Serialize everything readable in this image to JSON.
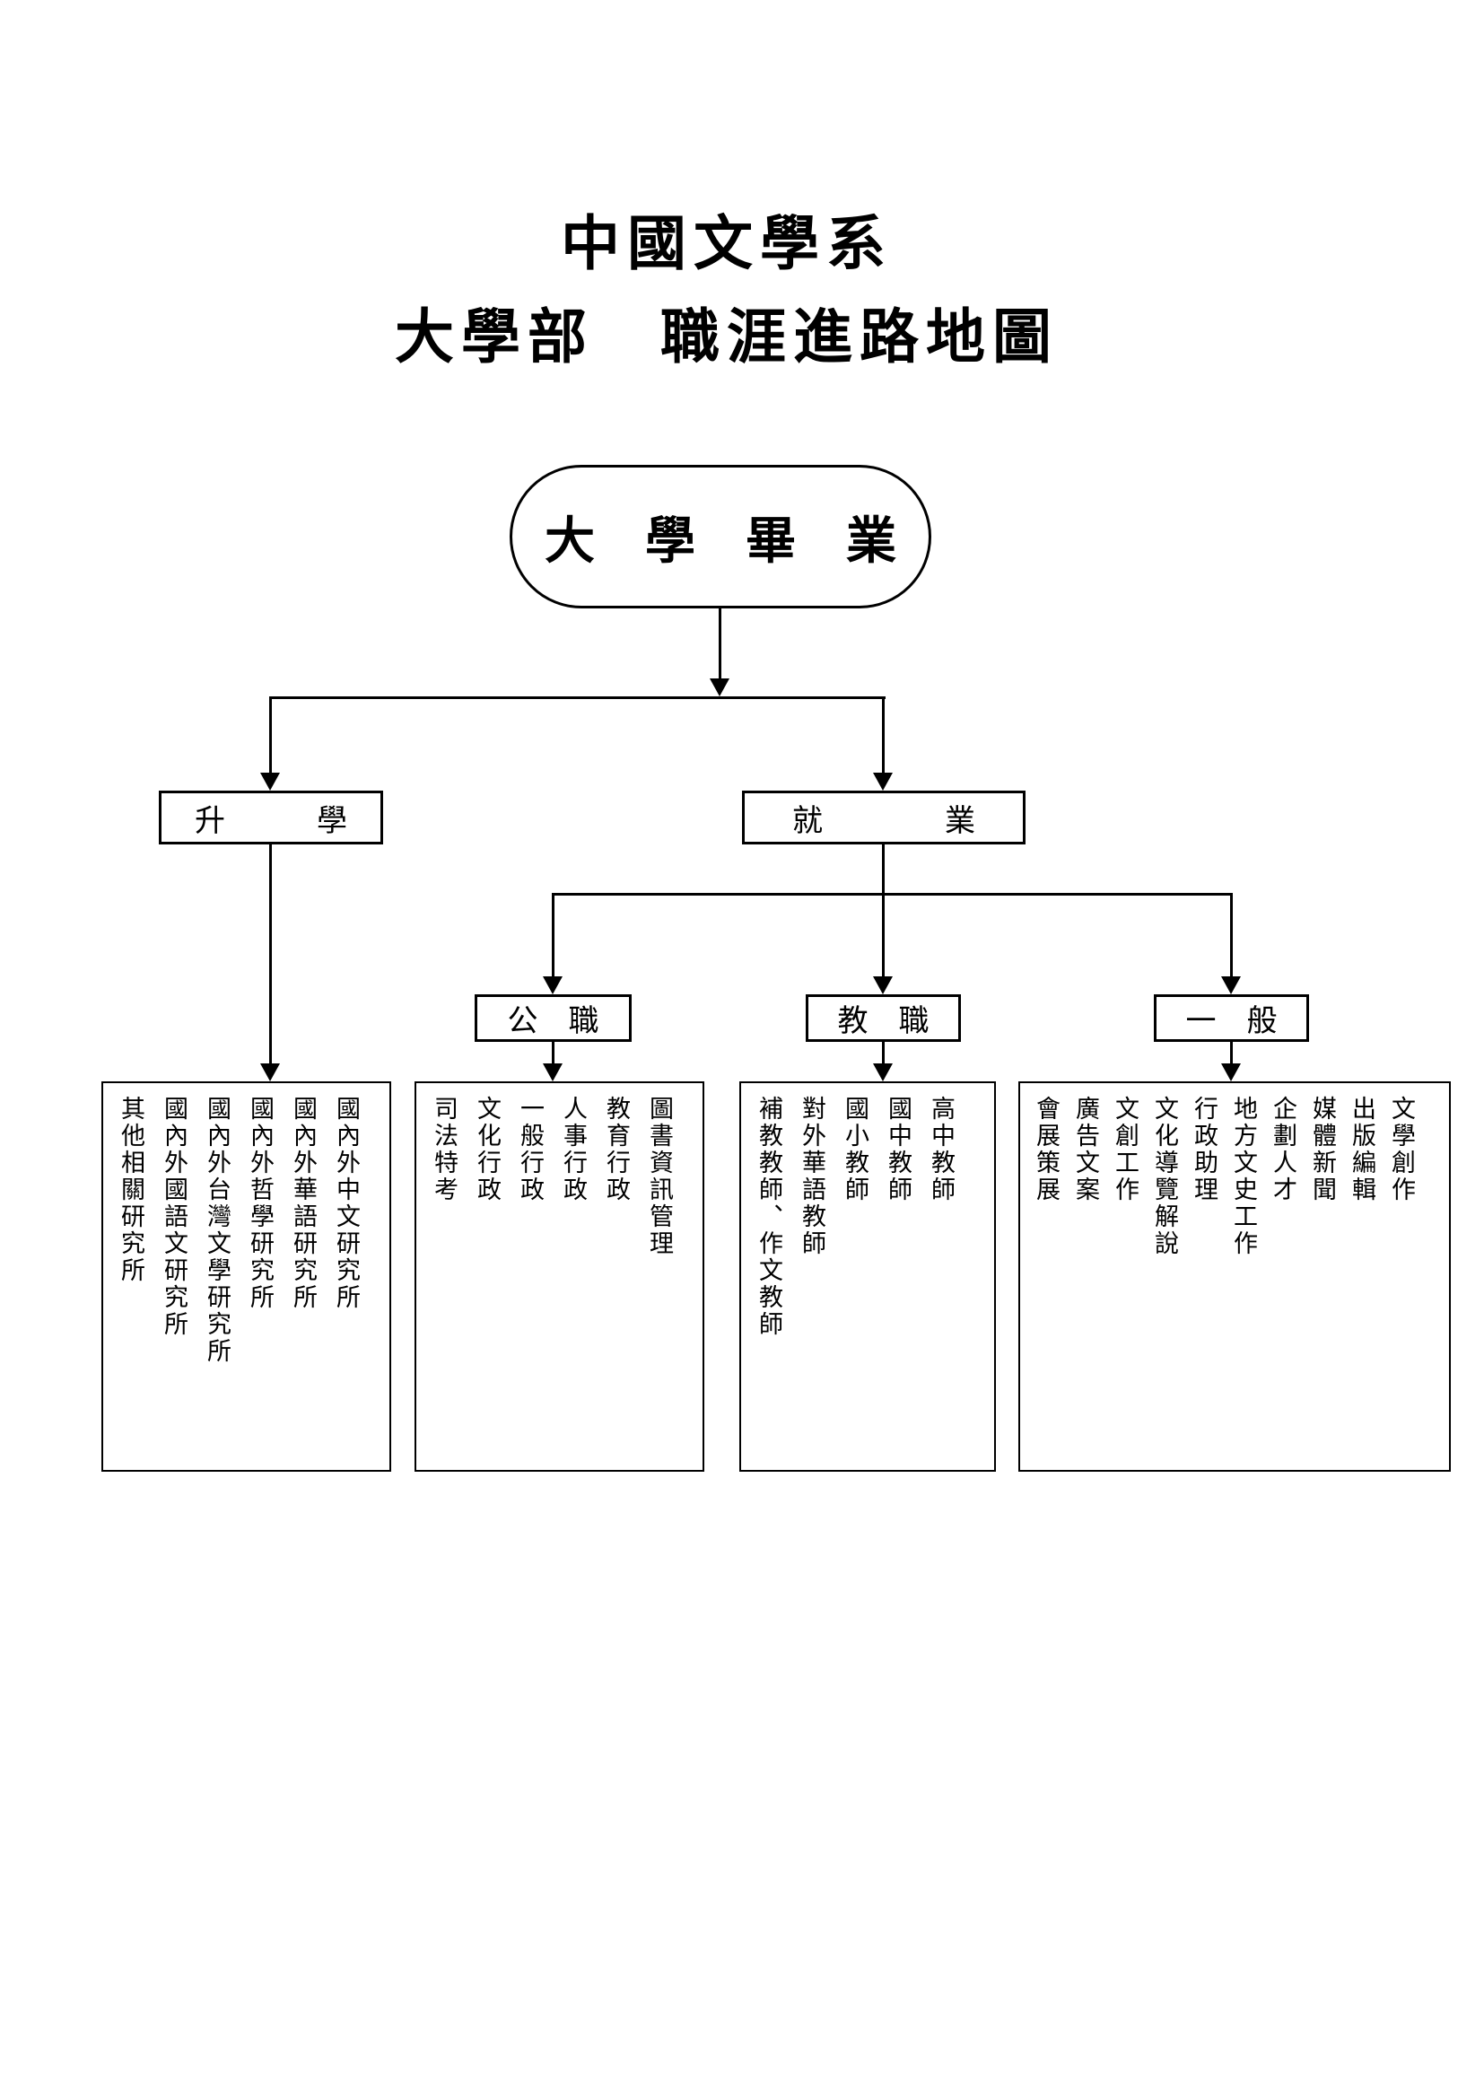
{
  "title": {
    "line1": "中國文學系",
    "line2": "大學部　職涯進路地圖"
  },
  "root": {
    "label": "大　學　畢　業"
  },
  "branch_study": {
    "label": "升　　　學",
    "items": [
      "國內外中文研究所",
      "國內外華語研究所",
      "國內外哲學研究所",
      "國內外台灣文學研究所",
      "國內外國語文研究所",
      "其他相關研究所"
    ]
  },
  "branch_employment": {
    "label": "就　　　　業"
  },
  "public_service": {
    "label": "公　職",
    "items": [
      "圖書資訊管理",
      "教育行政",
      "人事行政",
      "一般行政",
      "文化行政",
      "司法特考"
    ]
  },
  "teaching": {
    "label": "教　職",
    "items": [
      "高中教師",
      "國中教師",
      "國小教師",
      "對外華語教師",
      "補教教師、作文教師"
    ]
  },
  "general": {
    "label": "一　般",
    "items": [
      "文學創作",
      "出版編輯",
      "媒體新聞",
      "企劃人才",
      "地方文史工作",
      "行政助理",
      "文化導覽解說",
      "文創工作",
      "廣告文案",
      "會展策展"
    ]
  },
  "colors": {
    "line": "#000000",
    "background": "#ffffff"
  }
}
